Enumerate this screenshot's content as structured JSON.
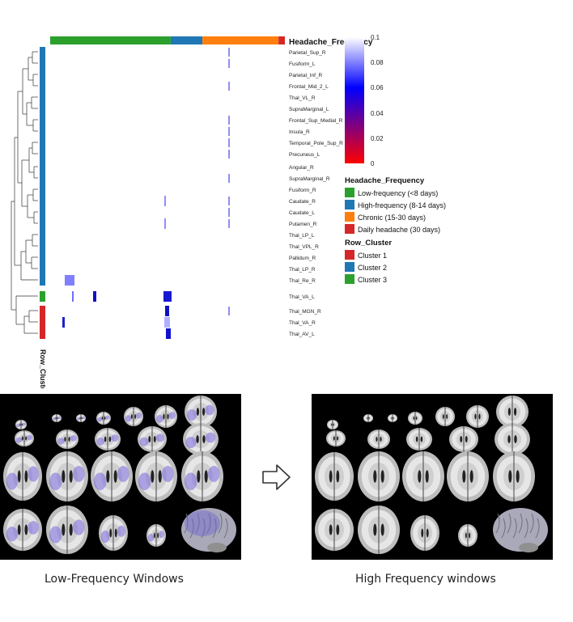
{
  "chart_data": {
    "type": "heatmap",
    "top_annotation_label": "Headache_Frequency",
    "row_annotation_label": "Row_Cluster",
    "row_labels": [
      "Parietal_Sup_R",
      "Fusiform_L",
      "Parietal_Inf_R",
      "Frontal_Mid_2_L",
      "Thal_VL_R",
      "SupraMarginal_L",
      "Frontal_Sup_Medial_R",
      "Insula_R",
      "Temporal_Pole_Sup_R",
      "Precuneus_L",
      "Angular_R",
      "SupraMarginal_R",
      "Fusiform_R",
      "Caudate_R",
      "Caudate_L",
      "Putamen_R",
      "Thal_LP_L",
      "Thal_VPL_R",
      "Pallidum_R",
      "Thal_LP_R",
      "Thal_Re_R",
      "Thal_VA_L",
      "Thal_MGN_R",
      "Thal_VA_R",
      "Thal_AV_L"
    ],
    "color_scale": {
      "ticks": [
        "0.1",
        "0.08",
        "0.06",
        "0.04",
        "0.02",
        "0"
      ],
      "colors": [
        "#ff0000",
        "#0000ff",
        "#ffffff"
      ]
    },
    "headache_frequency_legend": {
      "title": "Headache_Frequency",
      "items": [
        {
          "label": "Low-frequency (<8 days)",
          "color": "#2ca02c"
        },
        {
          "label": "High-frequency (8-14 days)",
          "color": "#1f77b4"
        },
        {
          "label": "Chronic (15-30 days)",
          "color": "#ff7f0e"
        },
        {
          "label": "Daily headache (30 days)",
          "color": "#d62728"
        }
      ]
    },
    "row_cluster_legend": {
      "title": "Row_Cluster",
      "items": [
        {
          "label": "Cluster 1",
          "color": "#d62728"
        },
        {
          "label": "Cluster 2",
          "color": "#1f77b4"
        },
        {
          "label": "Cluster 3",
          "color": "#2ca02c"
        }
      ]
    },
    "row_cluster_assignment": [
      2,
      2,
      2,
      2,
      2,
      2,
      2,
      2,
      2,
      2,
      2,
      2,
      2,
      2,
      2,
      2,
      2,
      2,
      2,
      2,
      2,
      3,
      1,
      1,
      1
    ],
    "column_groups": [
      {
        "group": "Low-frequency (<8 days)",
        "color": "#2ca02c",
        "count": 19
      },
      {
        "group": "High-frequency (8-14 days)",
        "color": "#1f77b4",
        "count": 5
      },
      {
        "group": "Chronic (15-30 days)",
        "color": "#ff7f0e",
        "count": 12
      },
      {
        "group": "Daily headache (30 days)",
        "color": "#d62728",
        "count": 1
      }
    ]
  },
  "captions": {
    "left": "Low-Frequency Windows",
    "right": "High Frequency windows"
  }
}
